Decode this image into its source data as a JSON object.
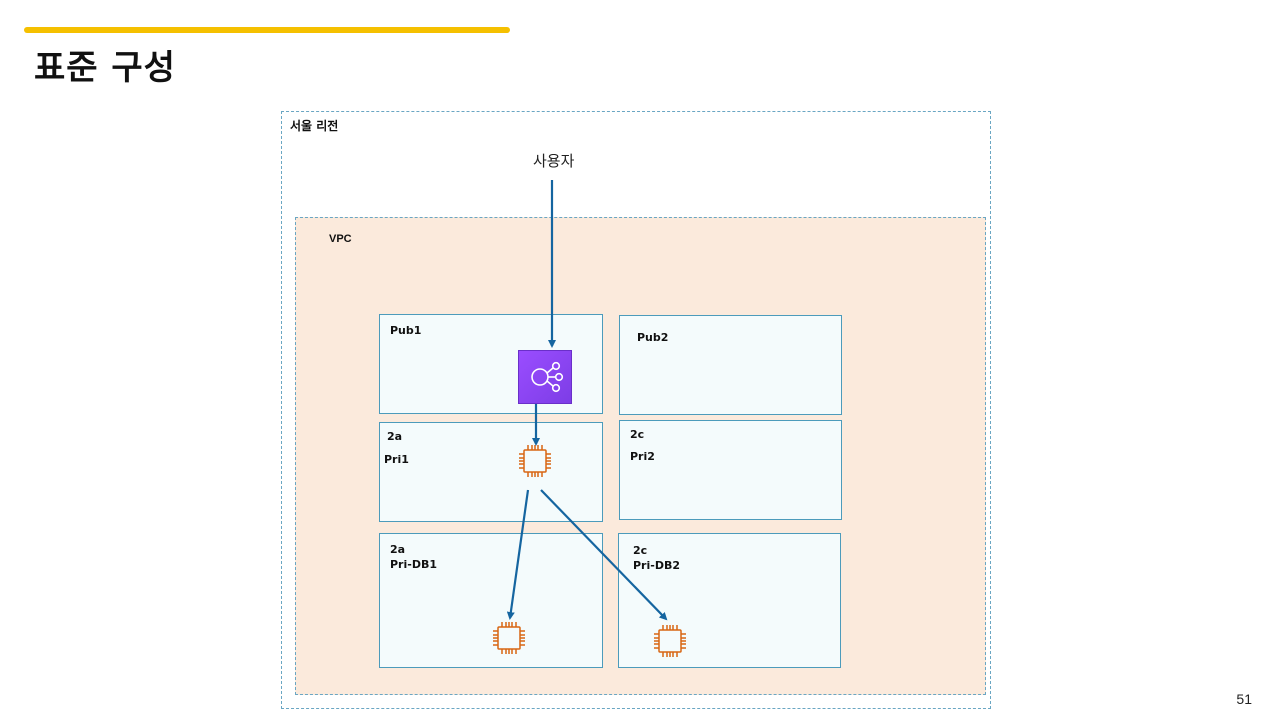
{
  "slide": {
    "title": "표준 구성",
    "page_number": "51",
    "accent_color": "#f5c000"
  },
  "diagram": {
    "region_label": "서울 리전",
    "user_label": "사용자",
    "vpc_label": "VPC",
    "subnets": {
      "pub1": {
        "name": "Pub1"
      },
      "pub2": {
        "name": "Pub2"
      },
      "pri1": {
        "az": "2a",
        "name": "Pri1"
      },
      "pri2": {
        "az": "2c",
        "name": "Pri2"
      },
      "db1": {
        "az": "2a",
        "name": "Pri-DB1"
      },
      "db2": {
        "az": "2c",
        "name": "Pri-DB2"
      }
    },
    "icons": {
      "load_balancer": "elastic-load-balancer-icon",
      "instance": "ec2-instance-icon"
    },
    "colors": {
      "vpc_fill": "#fbeadc",
      "subnet_fill": "#f4fbfc",
      "subnet_border": "#4c9bbb",
      "arrow": "#1565a0",
      "elb": "#8c45f0",
      "instance": "#d86613"
    }
  }
}
